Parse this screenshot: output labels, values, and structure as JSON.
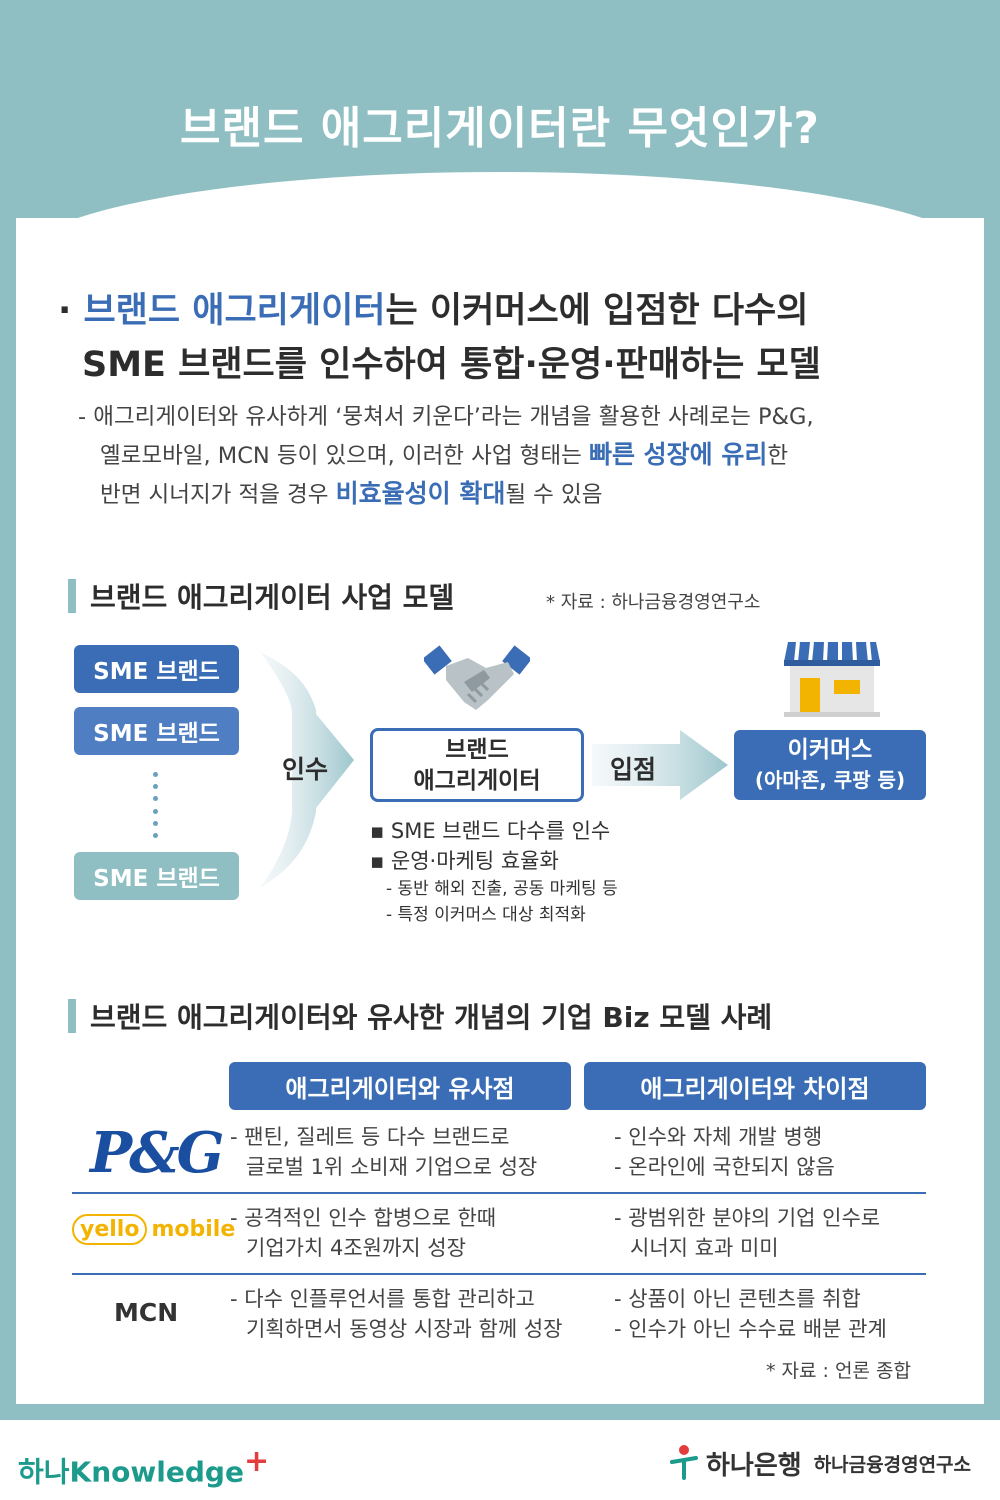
{
  "title": "브랜드 애그리게이터란 무엇인가?",
  "lead": {
    "bullet": "·",
    "highlight": "브랜드 애그리게이터",
    "line1_rest": "는 이커머스에 입점한 다수의",
    "line2": "SME 브랜드를 인수하여 통합·운영·판매하는 모델"
  },
  "sub": {
    "p1": "- 애그리게이터와 유사하게 ‘뭉쳐서 키운다’라는 개념을 활용한 사례로는 P&G,",
    "p2a": "옐로모바일, MCN 등이 있으며, 이러한 사업 형태는 ",
    "p2_hl": "빠른 성장에 유리",
    "p2b": "한",
    "p3a": "반면 시너지가 적을 경우 ",
    "p3_hl": "비효율성이 확대",
    "p3b": "될 수 있음"
  },
  "section1": {
    "title": "브랜드 애그리게이터 사업 모델",
    "source": "* 자료 : 하나금융경영연구소",
    "sme_label": "SME 브랜드",
    "acquire_label": "인수",
    "agg_line1": "브랜드",
    "agg_line2": "애그리게이터",
    "enter_label": "입점",
    "ecom_line1": "이커머스",
    "ecom_line2": "(아마존, 쿠팡 등)",
    "bullet1": "▪ SME 브랜드 다수를 인수",
    "bullet2": "▪ 운영·마케팅 효율화",
    "detail1": "- 동반 해외 진출, 공동 마케팅 등",
    "detail2": "- 특정 이커머스 대상 최적화"
  },
  "section2": {
    "title": "브랜드 애그리게이터와 유사한 개념의 기업 Biz 모델 사례",
    "col_similar": "애그리게이터와 유사점",
    "col_diff": "애그리게이터와 차이점",
    "rows": [
      {
        "company": "P&G",
        "sim1": "- 팬틴, 질레트 등 다수 브랜드로",
        "sim2": "글로벌 1위 소비재 기업으로 성장",
        "dif1": "- 인수와 자체 개발 병행",
        "dif2": "- 온라인에 국한되지 않음"
      },
      {
        "company_a": "yello",
        "company_b": "mobile",
        "sim1": "- 공격적인 인수 합병으로 한때",
        "sim2": "기업가치 4조원까지 성장",
        "dif1": "- 광범위한 분야의 기업 인수로",
        "dif2": "시너지 효과 미미"
      },
      {
        "company": "MCN",
        "sim1": "- 다수 인플루언서를 통합 관리하고",
        "sim2": "기획하면서 동영상 시장과 함께 성장",
        "dif1": "- 상품이 아닌 콘텐츠를 취합",
        "dif2": "- 인수가 아닌 수수료 배분 관계"
      }
    ],
    "source": "* 자료 : 언론 종합"
  },
  "footer": {
    "left_a": "하나",
    "left_b": "Knowledge",
    "left_plus": "+",
    "bank": "하나은행",
    "inst": "하나금융경영연구소"
  },
  "colors": {
    "teal": "#8fbfc2",
    "blue": "#3a6db5"
  }
}
